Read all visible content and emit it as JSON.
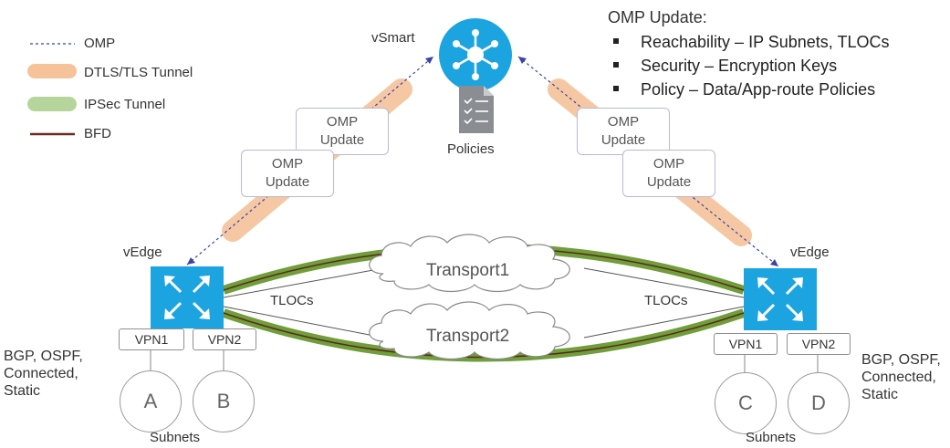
{
  "legend": [
    {
      "label": "OMP",
      "icon": "dashed-line-icon",
      "color": "#3b45a8"
    },
    {
      "label": "DTLS/TLS Tunnel",
      "icon": "orange-band-icon",
      "color": "#f6b98a"
    },
    {
      "label": "IPSec Tunnel",
      "icon": "green-band-icon",
      "color": "#a9cf8e"
    },
    {
      "label": "BFD",
      "icon": "brown-line-icon",
      "color": "#6b2a22"
    }
  ],
  "controller": {
    "label": "vSmart",
    "icon": "hub-spoke-icon",
    "color": "#1ca4e0",
    "policies_label": "Policies",
    "policies_icon": "checklist-document-icon"
  },
  "omp_info": {
    "title": "OMP Update:",
    "items": [
      "Reachability – IP Subnets, TLOCs",
      "Security – Encryption Keys",
      "Policy – Data/App-route Policies"
    ]
  },
  "update_boxes": [
    {
      "line1": "OMP",
      "line2": "Update"
    },
    {
      "line1": "OMP",
      "line2": "Update"
    },
    {
      "line1": "OMP",
      "line2": "Update"
    },
    {
      "line1": "OMP",
      "line2": "Update"
    }
  ],
  "left_edge": {
    "label": "vEdge",
    "icon": "router-arrows-icon",
    "tlocs": "TLOCs",
    "vpns": [
      "VPN1",
      "VPN2"
    ],
    "subnets": [
      "A",
      "B"
    ],
    "subnets_label": "Subnets",
    "protocols": [
      "BGP, OSPF,",
      "Connected,",
      "Static"
    ]
  },
  "right_edge": {
    "label": "vEdge",
    "icon": "router-arrows-icon",
    "tlocs": "TLOCs",
    "vpns": [
      "VPN1",
      "VPN2"
    ],
    "subnets": [
      "C",
      "D"
    ],
    "subnets_label": "Subnets",
    "protocols": [
      "BGP, OSPF,",
      "Connected,",
      "Static"
    ]
  },
  "transports": [
    "Transport1",
    "Transport2"
  ],
  "colors": {
    "router_blue": "#1ca4e0",
    "ipsec_green": "#6f9e3a",
    "bfd_brown": "#5a2a1c"
  }
}
